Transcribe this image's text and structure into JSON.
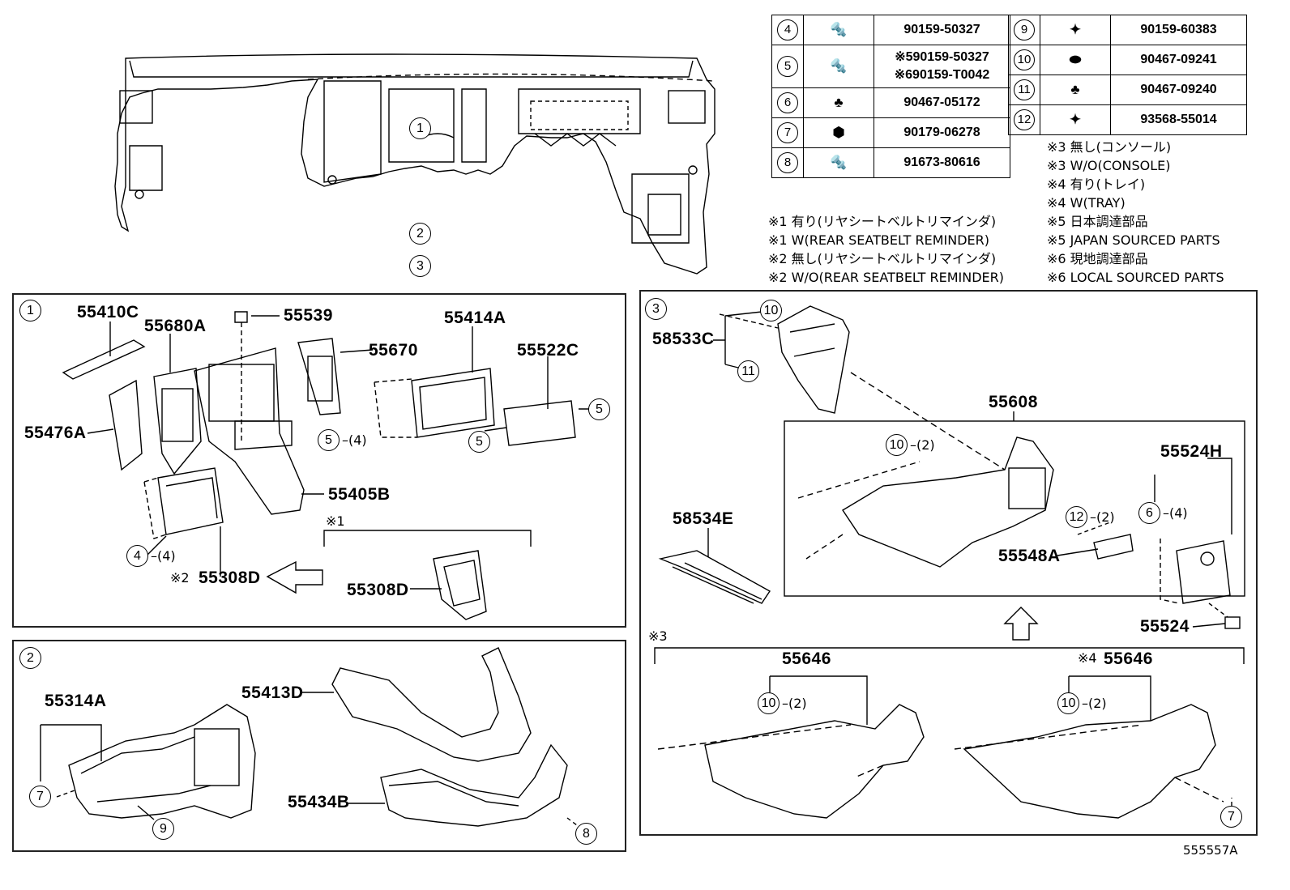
{
  "diagram_id": "555557A",
  "overview_callouts": [
    "1",
    "2",
    "3"
  ],
  "fastener_table": {
    "left": [
      {
        "no": "4",
        "part": "90159-50327",
        "icon": "bolt-icon"
      },
      {
        "no": "5",
        "part_line1": "※590159-50327",
        "part_line2": "※690159-T0042",
        "icon": "bolt-icon"
      },
      {
        "no": "6",
        "part": "90467-05172",
        "icon": "clip-icon"
      },
      {
        "no": "7",
        "part": "90179-06278",
        "icon": "nut-icon"
      },
      {
        "no": "8",
        "part": "91673-80616",
        "icon": "bolt-icon"
      }
    ],
    "right": [
      {
        "no": "9",
        "part": "90159-60383",
        "icon": "screw-icon"
      },
      {
        "no": "10",
        "part": "90467-09241",
        "icon": "clip-icon"
      },
      {
        "no": "11",
        "part": "90467-09240",
        "icon": "clip-icon"
      },
      {
        "no": "12",
        "part": "93568-55014",
        "icon": "screw-icon"
      }
    ]
  },
  "notes_left": [
    "※1 有り(リヤシートベルトリマインダ)",
    "※1 W(REAR SEATBELT REMINDER)",
    "※2 無し(リヤシートベルトリマインダ)",
    "※2 W/O(REAR SEATBELT REMINDER)"
  ],
  "notes_right": [
    "※3 無し(コンソール)",
    "※3 W/O(CONSOLE)",
    "※4 有り(トレイ)",
    "※4 W(TRAY)",
    "※5 日本調達部品",
    "※5 JAPAN SOURCED PARTS",
    "※6 現地調達部品",
    "※6 LOCAL SOURCED PARTS"
  ],
  "panel1": {
    "no": "1",
    "labels": {
      "p55410C": "55410C",
      "p55680A": "55680A",
      "p55539": "55539",
      "p55414A": "55414A",
      "p55670": "55670",
      "p55522C": "55522C",
      "p55476A": "55476A",
      "p55405B": "55405B",
      "p55308D_a": "55308D",
      "p55308D_b": "55308D"
    },
    "note_mark1": "※1",
    "note_mark2": "※2",
    "callouts": {
      "c5a": "5",
      "c5a_qty": "(4)",
      "c5b": "5",
      "c5c": "5",
      "c4": "4",
      "c4_qty": "(4)"
    }
  },
  "panel2": {
    "no": "2",
    "labels": {
      "p55314A": "55314A",
      "p55413D": "55413D",
      "p55434B": "55434B"
    },
    "callouts": {
      "c7": "7",
      "c9": "9",
      "c8": "8"
    }
  },
  "panel3": {
    "no": "3",
    "labels": {
      "p58533C": "58533C",
      "p55608": "55608",
      "p55524H": "55524H",
      "p58534E": "58534E",
      "p55548A": "55548A",
      "p55524": "55524",
      "p55646a": "55646",
      "p55646b": "55646"
    },
    "note_mark3": "※3",
    "note_mark4": "※4",
    "callouts": {
      "c10a": "10",
      "c11": "11",
      "c10b": "10",
      "c10b_qty": "(2)",
      "c12": "12",
      "c12_qty": "(2)",
      "c6": "6",
      "c6_qty": "(4)",
      "c10c": "10",
      "c10c_qty": "(2)",
      "c10d": "10",
      "c10d_qty": "(2)",
      "c7": "7"
    }
  }
}
